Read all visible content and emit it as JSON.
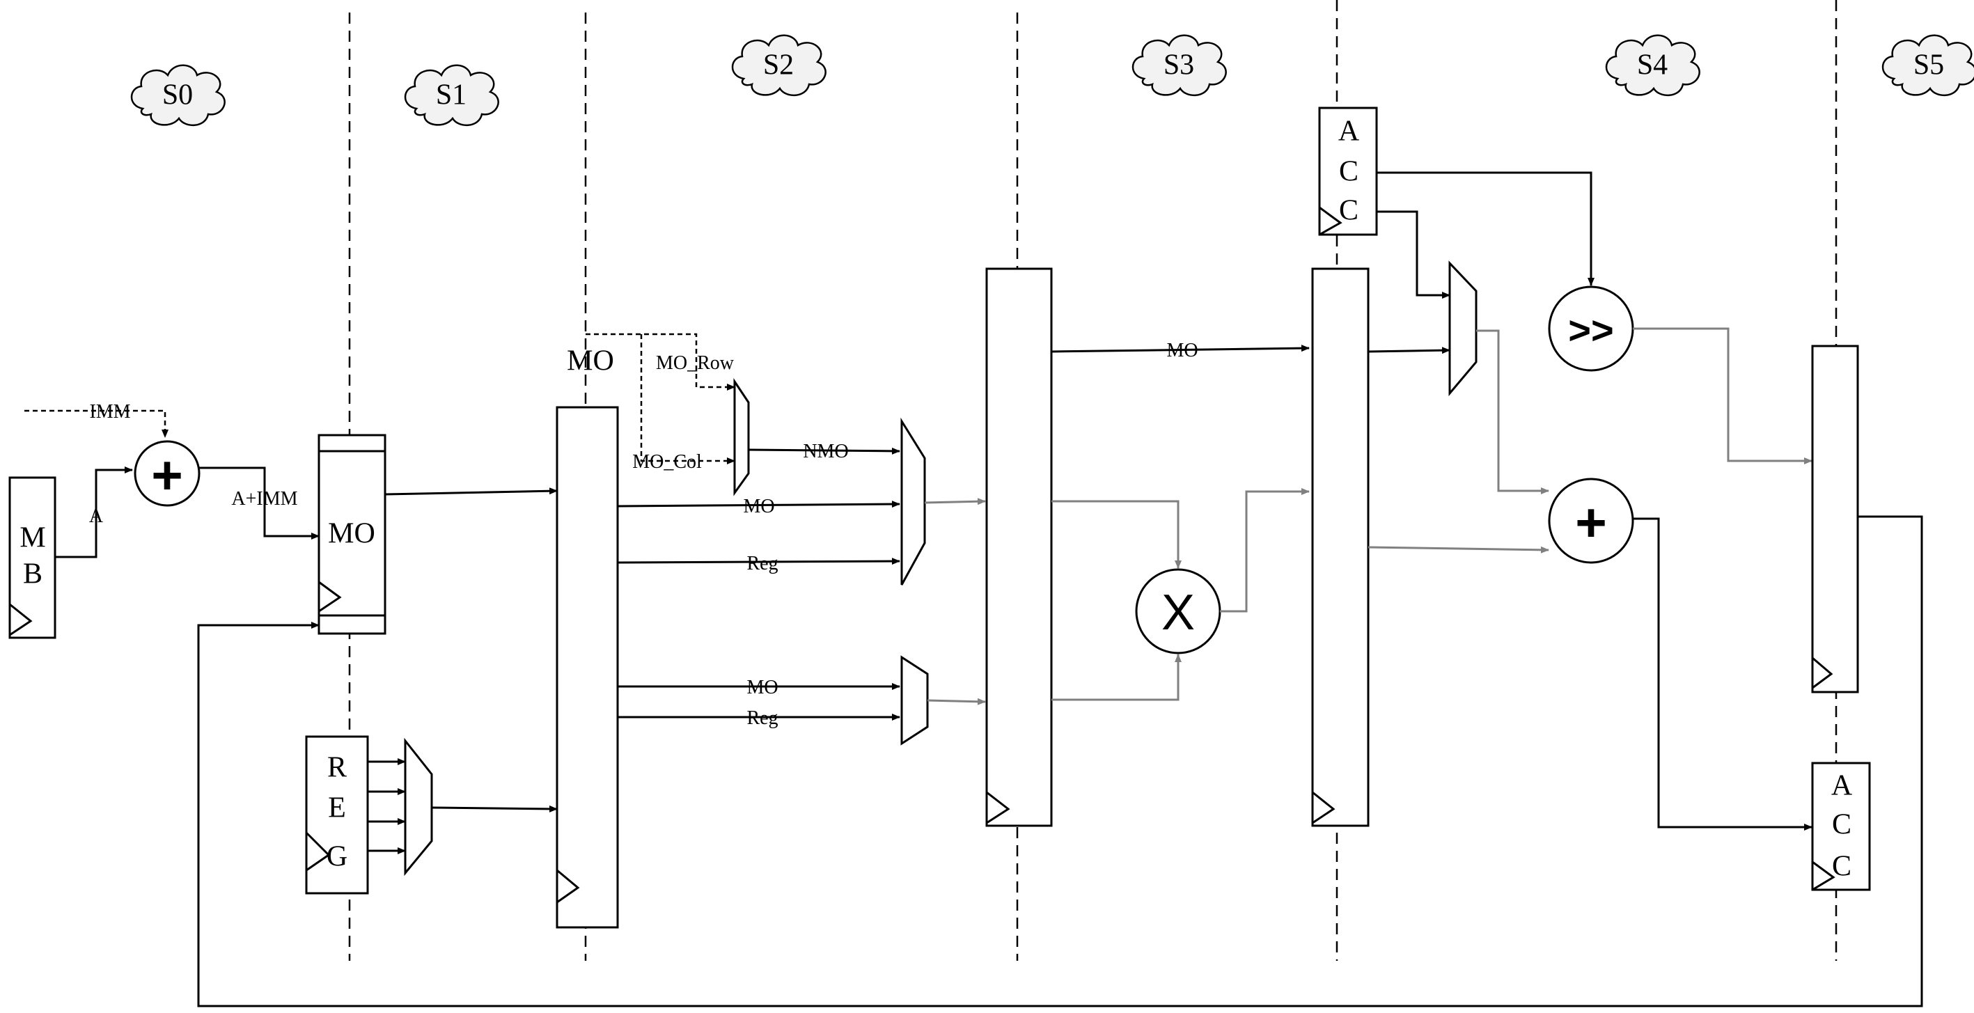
{
  "stages": [
    "S0",
    "S1",
    "S2",
    "S3",
    "S4",
    "S5"
  ],
  "blocks": {
    "mb": [
      "M",
      "B"
    ],
    "mo_reg_label": "MO",
    "reg": [
      "R",
      "E",
      "G"
    ],
    "acc_top": [
      "A",
      "C",
      "C"
    ],
    "acc_bottom": [
      "A",
      "C",
      "C"
    ]
  },
  "operators": {
    "adder_s0": "+",
    "multiplier": "X",
    "shifter": ">>",
    "adder_s4": "+"
  },
  "signals": {
    "imm": "IMM",
    "a": "A",
    "a_plus_imm": "A+IMM",
    "mo_top": "MO",
    "mo_row": "MO_Row",
    "mo_col": "MO_Col",
    "nmo": "NMO",
    "mo_mux1": "MO",
    "reg_mux1": "Reg",
    "mo_mux2": "MO",
    "reg_mux2": "Reg",
    "mo_s3": "MO"
  }
}
